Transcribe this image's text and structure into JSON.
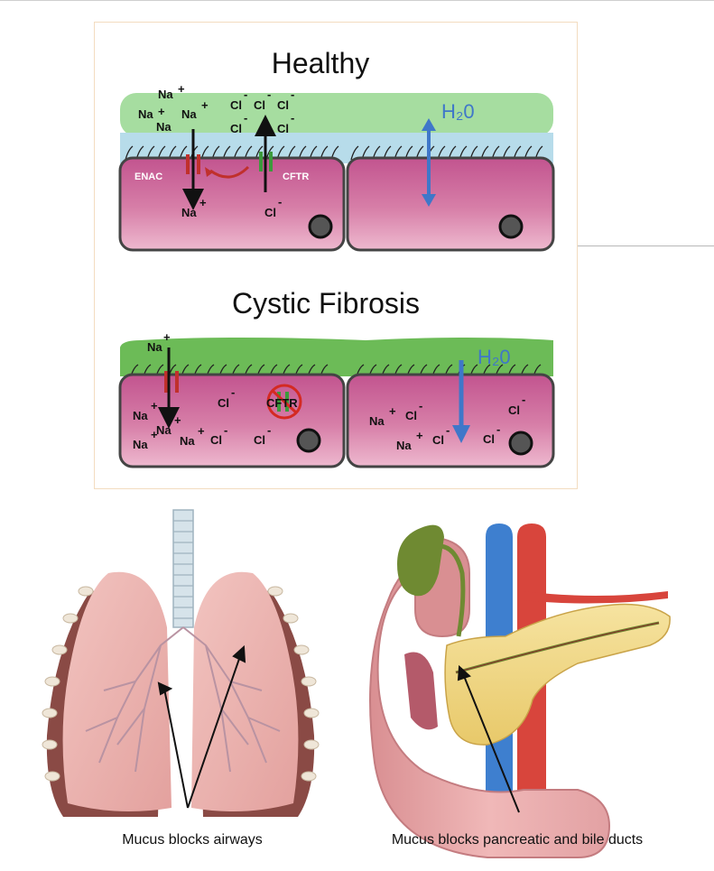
{
  "healthy": {
    "title": "Healthy",
    "enac_label": "ENAC",
    "cftr_label": "CFTR",
    "h2o_label": "H₂0",
    "ions": [
      "Na",
      "+",
      "Na",
      "+",
      "Na",
      "+",
      "Na",
      "Cl",
      "-",
      "Cl",
      "-",
      "Cl",
      "-",
      "Cl",
      "-",
      "Cl",
      "-",
      "Na",
      "+",
      "Cl",
      "-"
    ]
  },
  "cystic_fibrosis": {
    "title": "Cystic Fibrosis",
    "cftr_label": "CFTR",
    "h2o_label": "H₂0",
    "ions": [
      "Na",
      "+",
      "Cl",
      "-",
      "Na",
      "+",
      "Na",
      "+",
      "Na",
      "+",
      "Na",
      "+",
      "Cl",
      "-",
      "Cl",
      "-",
      "Na",
      "+",
      "Cl",
      "-",
      "Na",
      "+",
      "Cl",
      "-",
      "Cl",
      "-",
      "Cl",
      "-"
    ]
  },
  "captions": {
    "lungs": "Mucus blocks airways",
    "pancreas": "Mucus blocks pancreatic and bile ducts"
  }
}
